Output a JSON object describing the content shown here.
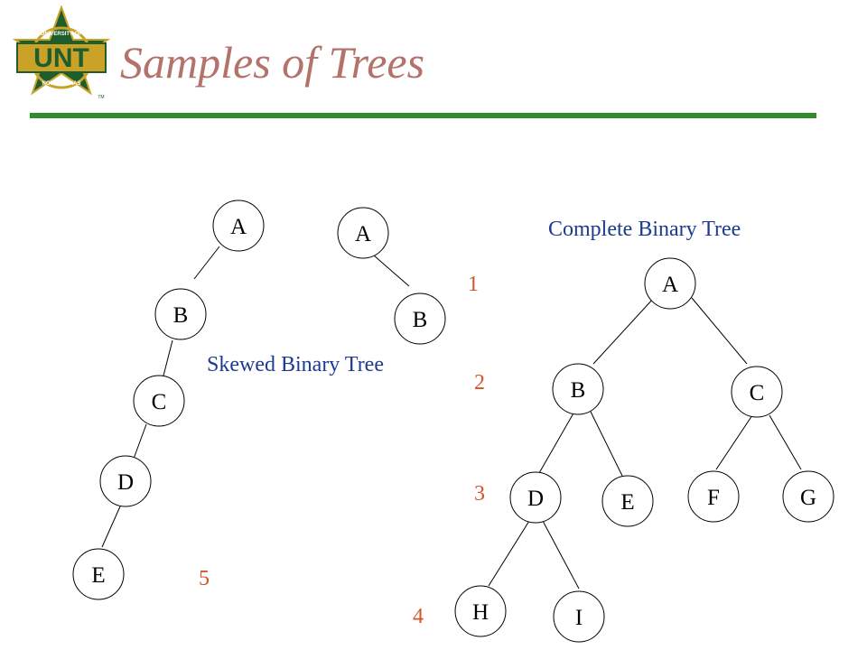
{
  "header": {
    "title": "Samples of Trees",
    "logo_text": "UNT",
    "logo_ring_top": "UNIVERSITY OF",
    "logo_ring_bottom": "NORTH TEXAS",
    "logo_mark": "TM"
  },
  "colors": {
    "title": "#b3736b",
    "rule": "#2e8b2e",
    "caption": "#1c3a8f",
    "level": "#d2552a",
    "logo_green": "#1e5e2e",
    "logo_gold": "#c9a227"
  },
  "diagram": {
    "left_tree": {
      "nodes": [
        "A",
        "B",
        "C",
        "D",
        "E"
      ],
      "depth_label": "5"
    },
    "small_tree": {
      "nodes": [
        "A",
        "B"
      ]
    },
    "skewed_caption": "Skewed Binary Tree",
    "complete_caption": "Complete Binary Tree",
    "complete_tree": {
      "nodes": [
        "A",
        "B",
        "C",
        "D",
        "E",
        "F",
        "G",
        "H",
        "I"
      ]
    },
    "levels": [
      "1",
      "2",
      "3",
      "4"
    ]
  }
}
